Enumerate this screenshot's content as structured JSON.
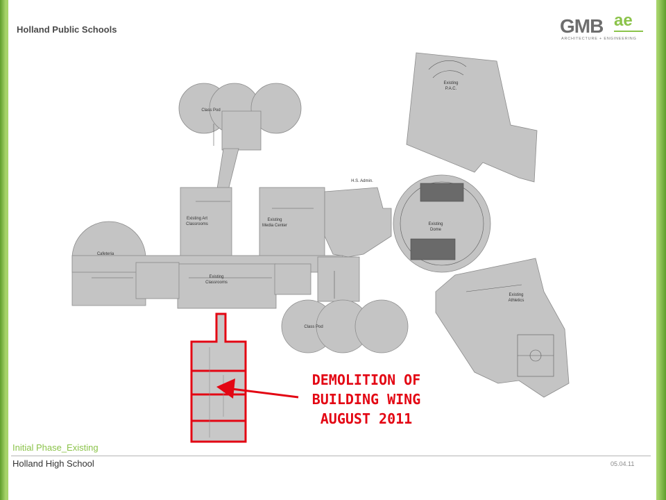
{
  "header": {
    "organization": "Holland Public Schools"
  },
  "logo": {
    "mark": "GMB",
    "accent": "ae",
    "tagline": "ARCHITECTURE + ENGINEERING"
  },
  "plan": {
    "labels": {
      "class_pod_north": "Class Pod",
      "class_pod_south": "Class Pod",
      "pac_line1": "Existing",
      "pac_line2": "P.A.C.",
      "hs_admin": "H.S. Admin.",
      "art_line1": "Existing Art",
      "art_line2": "Classrooms",
      "media_line1": "Existing",
      "media_line2": "Media Center",
      "dome_line1": "Existing",
      "dome_line2": "Dome",
      "cafeteria": "Cafeteria",
      "classrooms_line1": "Existing",
      "classrooms_line2": "Classrooms",
      "athletics_line1": "Existing",
      "athletics_line2": "Athletics"
    },
    "callout": {
      "line1": "DEMOLITION OF",
      "line2": "BUILDING WING",
      "line3": "AUGUST 2011"
    }
  },
  "footer": {
    "phase": "Initial Phase_Existing",
    "school": "Holland High School",
    "date": "05.04.11"
  },
  "colors": {
    "accent_green": "#8bc34a",
    "demolition_red": "#e30613",
    "plan_fill": "#c4c4c4"
  }
}
